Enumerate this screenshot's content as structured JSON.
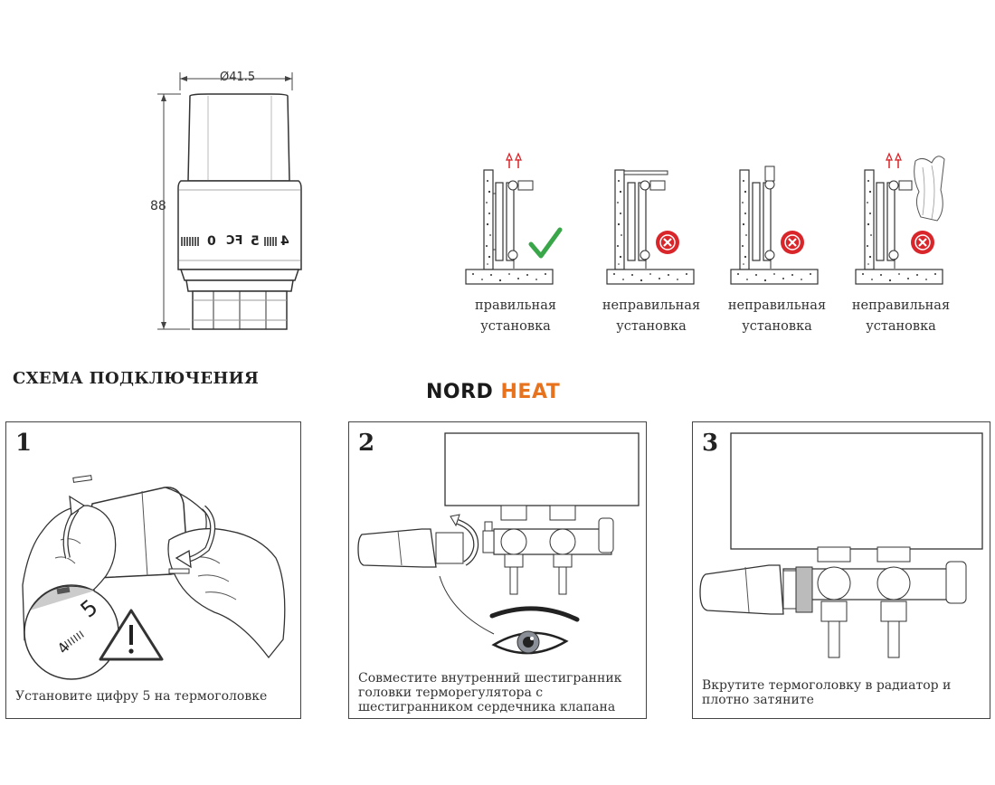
{
  "dimensions": {
    "diameter": "Ø41.5",
    "height": "88"
  },
  "head_markings": {
    "min": "",
    "scale_4": "4",
    "scale_5": "5",
    "logo": "FC",
    "zero": "0"
  },
  "installations": [
    {
      "label_line1": "правильная",
      "label_line2": "установка",
      "status": "correct"
    },
    {
      "label_line1": "неправильная",
      "label_line2": "установка",
      "status": "incorrect"
    },
    {
      "label_line1": "неправильная",
      "label_line2": "установка",
      "status": "incorrect"
    },
    {
      "label_line1": "неправильная",
      "label_line2": "установка",
      "status": "incorrect"
    }
  ],
  "section_title": "СХЕМА ПОДКЛЮЧЕНИЯ",
  "brand": {
    "part1": "NORD",
    "part2": "HEAT"
  },
  "steps": [
    {
      "number": "1",
      "text": "Установите цифру  5  на термоголовке",
      "dial_4": "4",
      "dial_5": "5"
    },
    {
      "number": "2",
      "text_line1": "Совместите внутренний шестигранник",
      "text_line2": "головки терморегулятора с",
      "text_line3": "шестигранником сердечника клапана"
    },
    {
      "number": "3",
      "text_line1": "Вкрутите термоголовку в радиатор и",
      "text_line2": "плотно затяните"
    }
  ],
  "colors": {
    "accent_orange": "#e8731f",
    "check_green": "#3aa64a",
    "cross_red": "#d9262b",
    "arrow_red": "#d9262b"
  }
}
